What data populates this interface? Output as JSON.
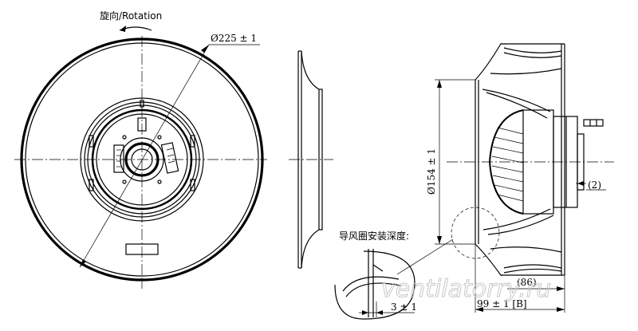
{
  "labels": {
    "rotation": "旋向/Rotation",
    "diameter_outer": "Ø225 ± 1",
    "diameter_inner": "Ø154 ± 1",
    "gap": "(2)",
    "inlet_depth": "导风圈安装深度:",
    "depth_3": "3 ± 1",
    "dim_86": "(86)",
    "dim_99": "99 ± 1 [B]"
  },
  "watermark": "ventilatorry.ru"
}
